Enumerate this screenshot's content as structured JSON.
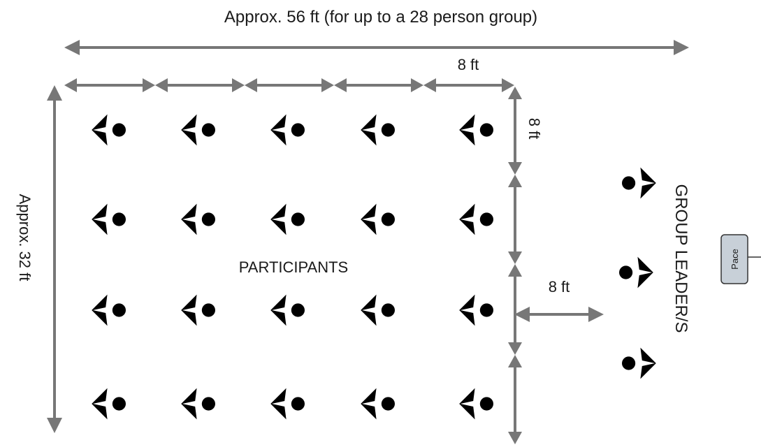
{
  "labels": {
    "total_width": "Approx. 56 ft (for up to a  28 person group)",
    "total_depth": "Approx. 32 ft",
    "column_spacing": "8 ft",
    "row_spacing": "8 ft",
    "leader_distance": "8 ft",
    "participants": "PARTICIPANTS",
    "group_leaders": "GROUP LEADER/S",
    "pace_device": "Pace"
  },
  "layout": {
    "participant_rows": 4,
    "participant_columns": 5,
    "group_leaders": 3,
    "participant_facing": "right",
    "leader_facing": "left"
  },
  "colors": {
    "arrows": "#777777",
    "figures": "#000000",
    "text": "#1a1a1a",
    "pace_box": "#c8d0d8"
  },
  "icons": {
    "participant": "person-icon",
    "leader": "person-icon",
    "pace": "pace-device-icon"
  }
}
